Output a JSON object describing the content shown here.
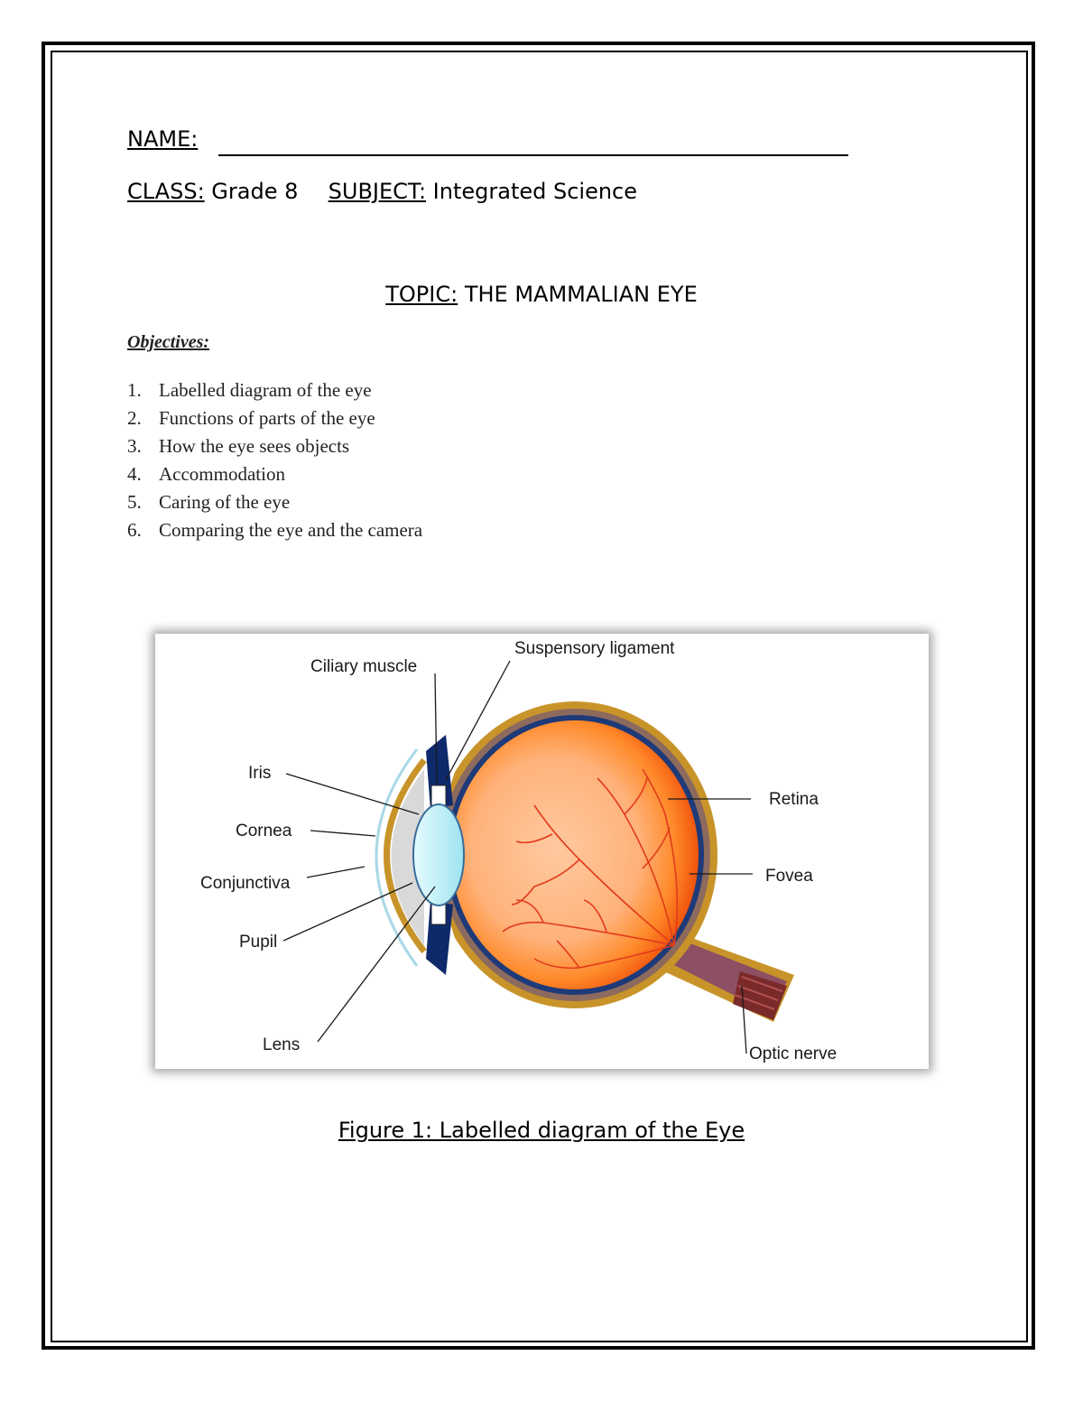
{
  "header": {
    "name_label": "NAME:",
    "class_label": "CLASS:",
    "class_value": "Grade 8",
    "subject_label": "SUBJECT:",
    "subject_value": "Integrated Science"
  },
  "topic": {
    "label": "TOPIC:",
    "value": "THE MAMMALIAN EYE"
  },
  "objectives": {
    "heading": "Objectives:",
    "items": [
      {
        "num": "1.",
        "text": "Labelled diagram of the eye"
      },
      {
        "num": "2.",
        "text": "Functions of parts of the eye"
      },
      {
        "num": "3.",
        "text": "How the eye sees objects"
      },
      {
        "num": "4.",
        "text": "Accommodation"
      },
      {
        "num": "5.",
        "text": "Caring of the eye"
      },
      {
        "num": "6.",
        "text": "Comparing the eye and the camera"
      }
    ]
  },
  "diagram": {
    "labels": {
      "suspensory_ligament": "Suspensory ligament",
      "ciliary_muscle": "Ciliary muscle",
      "iris": "Iris",
      "cornea": "Cornea",
      "conjunctiva": "Conjunctiva",
      "pupil": "Pupil",
      "lens": "Lens",
      "retina": "Retina",
      "fovea": "Fovea",
      "optic_nerve": "Optic nerve"
    }
  },
  "figure_caption": "Figure 1: Labelled diagram of the Eye"
}
